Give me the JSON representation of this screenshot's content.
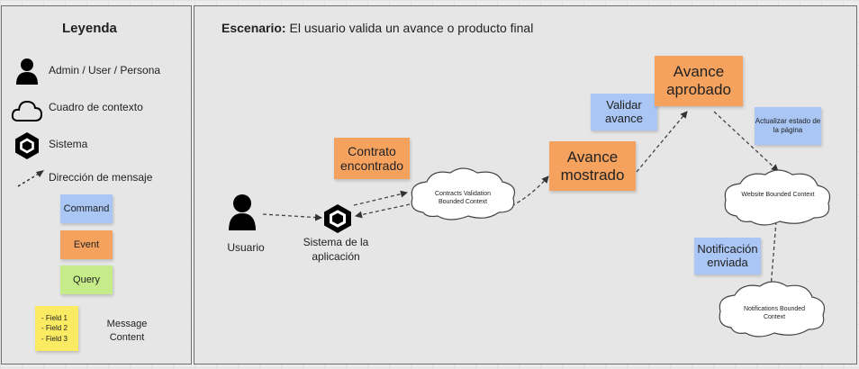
{
  "legend": {
    "title": "Leyenda",
    "items": {
      "person": "Admin / User / Persona",
      "context": "Cuadro de contexto",
      "system": "Sistema",
      "direction": "Dirección de mensaje"
    },
    "command": "Command",
    "event": "Event",
    "query": "Query",
    "fields": [
      "- Field 1",
      "- Field 2",
      "- Field 3"
    ],
    "message_content": "Message Content"
  },
  "scenario": {
    "label": "Escenario:",
    "text": "El usuario valida un avance o producto final"
  },
  "nodes": {
    "user": "Usuario",
    "system": "Sistema de la aplicación",
    "contracts_cloud": "Contracts Validation Bounded Context",
    "website_cloud": "Website Bounded Context",
    "notifications_cloud": "Notifications Bounded Context"
  },
  "notes": {
    "contrato": "Contrato encontrado",
    "avance_mostrado": "Avance mostrado",
    "validar": "Validar avance",
    "avance_aprobado": "Avance aprobado",
    "actualizar": "Actualizar estado de la página",
    "notificacion": "Notificación enviada"
  },
  "colors": {
    "command": "#a9c6f4",
    "event": "#f6a25f",
    "query": "#c6ec8a",
    "message": "#fbeb62"
  },
  "icons": [
    "person-icon",
    "cloud-icon",
    "hexagon-icon",
    "arrow-icon"
  ]
}
